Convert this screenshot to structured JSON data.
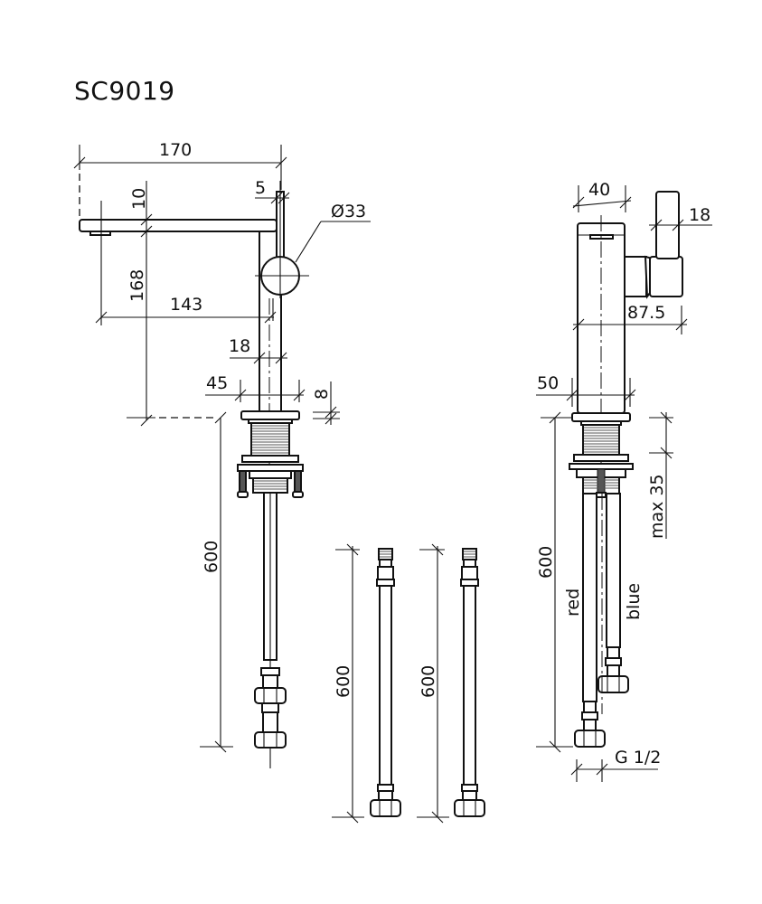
{
  "title": "SC9019",
  "front_view": {
    "dimensions": {
      "overall_reach": "170",
      "handle_thickness": "5",
      "handle_diameter": "Ø33",
      "spout_thickness": "10",
      "spout_height": "168",
      "spout_projection": "143",
      "body_width": "18",
      "base_diameter": "45",
      "base_height": "8",
      "hose_length": "600"
    }
  },
  "hoses": {
    "hose_1_length": "600",
    "hose_2_length": "600"
  },
  "side_view": {
    "dimensions": {
      "body_width": "40",
      "handle_width": "18",
      "overall_depth": "87.5",
      "base_width": "50",
      "max_counter_thickness": "max 35",
      "hose_length": "600",
      "connection_thread": "G 1/2"
    },
    "labels": {
      "hot_hose": "red",
      "cold_hose": "blue"
    }
  }
}
